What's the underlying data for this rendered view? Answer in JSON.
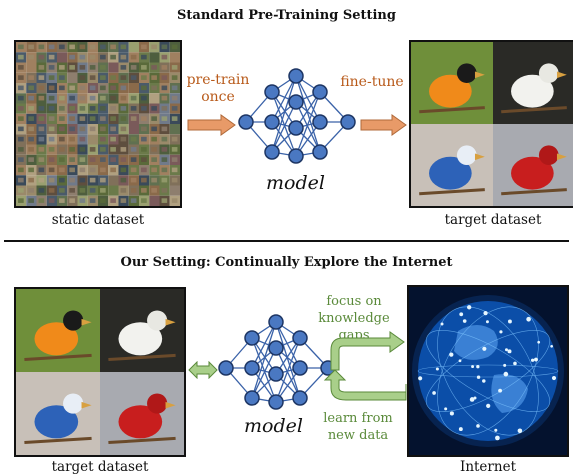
{
  "top": {
    "title": "Standard Pre-Training Setting",
    "pretrain_label_line1": "pre-train",
    "pretrain_label_line2": "once",
    "finetune_label": "fine-tune",
    "model_label": "model",
    "static_caption": "static dataset",
    "target_caption": "target dataset"
  },
  "bottom": {
    "title": "Our Setting: Continually Explore the Internet",
    "focus_line1": "focus on",
    "focus_line2": "knowledge gaps",
    "learn_line1": "learn from",
    "learn_line2": "new data",
    "model_label": "model",
    "target_caption": "target dataset",
    "internet_caption": "Internet"
  },
  "colors": {
    "pretrain_arrow": "#e89a68",
    "finetune_arrow": "#e89a68",
    "explore_arrow": "#a9cf8a",
    "node_fill": "#4a78c2",
    "node_stroke": "#1d3563",
    "edge": "#3a62a8"
  },
  "icons": {
    "birds": [
      "oriole",
      "swan",
      "blue-jay",
      "cardinal"
    ]
  }
}
